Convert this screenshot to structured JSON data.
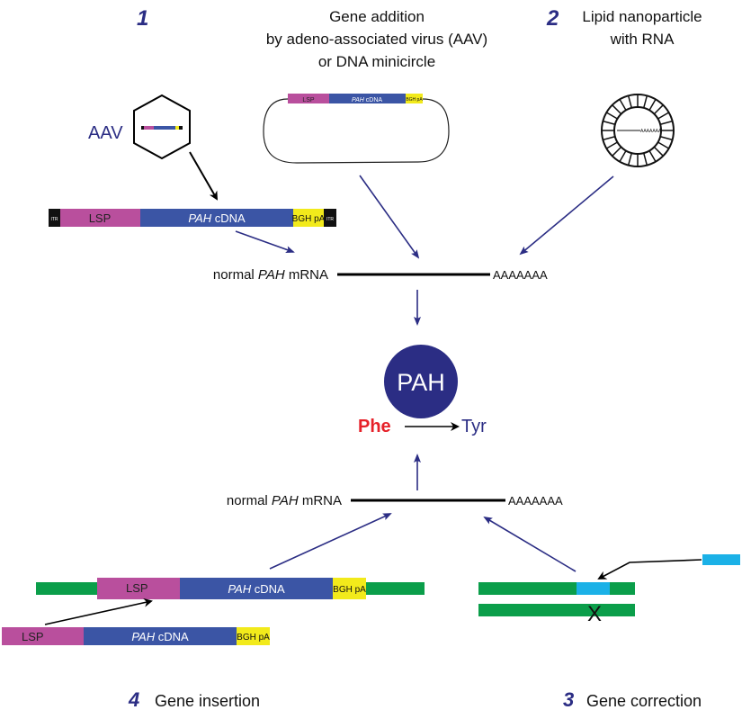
{
  "colors": {
    "lsp": "#b94f9d",
    "pah_cdna": "#3b55a5",
    "bgh": "#f2ea1b",
    "itr": "#111111",
    "green": "#0b9e4a",
    "cyan": "#1bb1e7",
    "navy": "#2b2d84",
    "red": "#e62129"
  },
  "method1": {
    "number": "1",
    "title_lines": [
      "Gene addition",
      "by adeno-associated virus (AAV)",
      "or DNA minicircle"
    ],
    "aav_label": "AAV"
  },
  "method2": {
    "number": "2",
    "title_lines": [
      "Lipid nanoparticle",
      "with RNA"
    ],
    "poly_a": "AAAAAAA"
  },
  "method3": {
    "number": "3",
    "title": "Gene correction",
    "mutation_mark": "X"
  },
  "method4": {
    "number": "4",
    "title": "Gene insertion"
  },
  "construct": {
    "itr": "ITR",
    "lsp": "LSP",
    "pah_italic": "PAH",
    "cdna": " cDNA",
    "bgh": "BGH pA"
  },
  "mrna": {
    "prefix": "normal ",
    "gene": "PAH",
    "suffix": " mRNA",
    "poly_a": "AAAAAAA"
  },
  "enzyme": {
    "name": "PAH",
    "substrate": "Phe",
    "product": "Tyr"
  }
}
